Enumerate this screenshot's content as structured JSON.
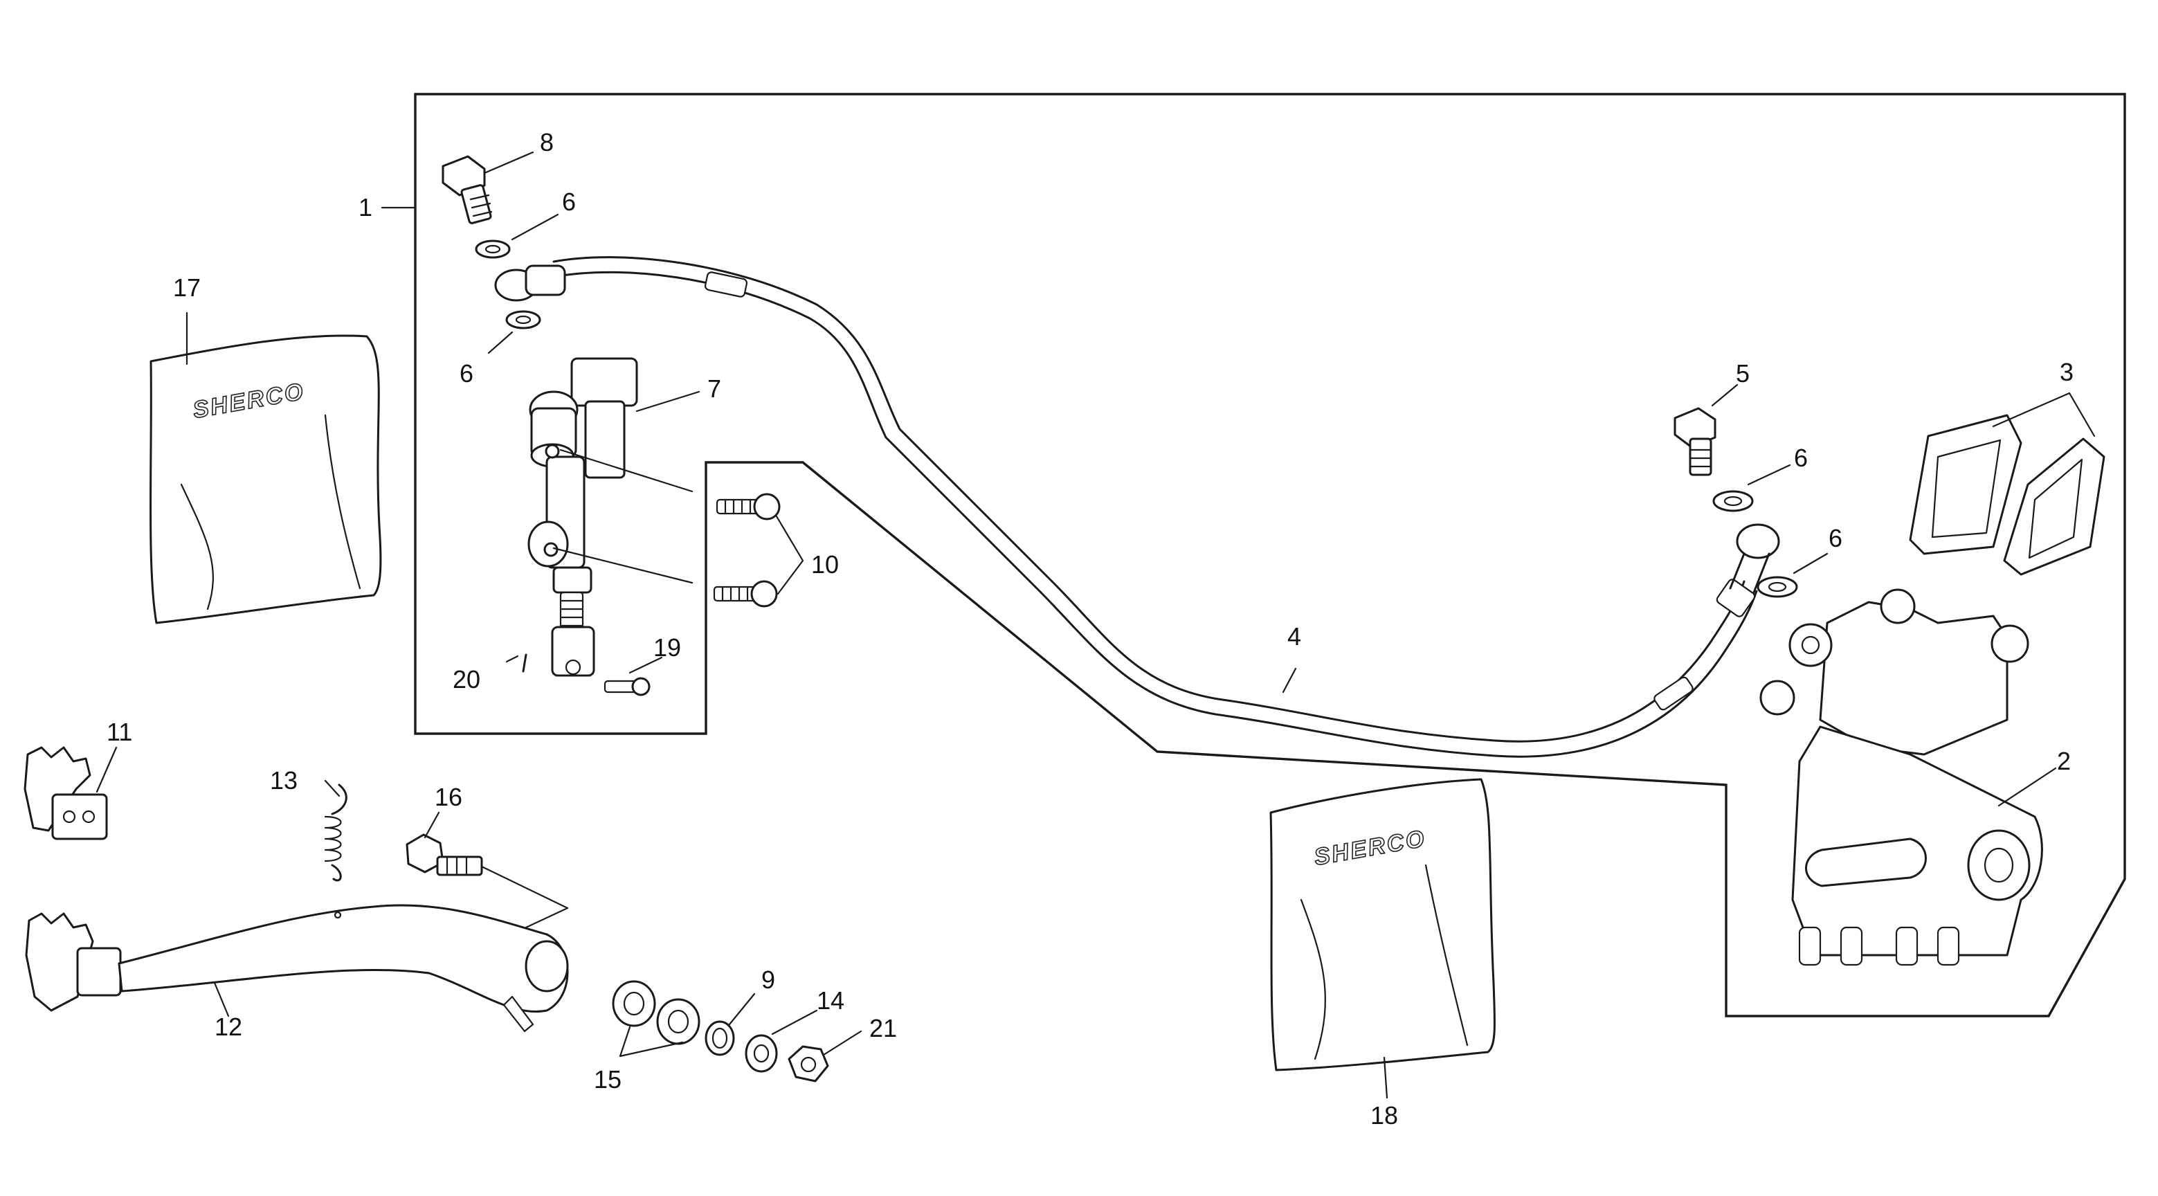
{
  "callouts": {
    "c1": "1",
    "c2": "2",
    "c3": "3",
    "c4": "4",
    "c5": "5",
    "c6a": "6",
    "c6b": "6",
    "c6c": "6",
    "c6d": "6",
    "c7": "7",
    "c8": "8",
    "c9": "9",
    "c10": "10",
    "c11": "11",
    "c12": "12",
    "c13": "13",
    "c14": "14",
    "c15": "15",
    "c16": "16",
    "c17": "17",
    "c18": "18",
    "c19": "19",
    "c20": "20",
    "c21": "21"
  },
  "brand": {
    "cover_17": "SHERCO",
    "cover_18": "SHERCO"
  },
  "colors": {
    "line": "#1a1a1a",
    "background": "#ffffff"
  }
}
